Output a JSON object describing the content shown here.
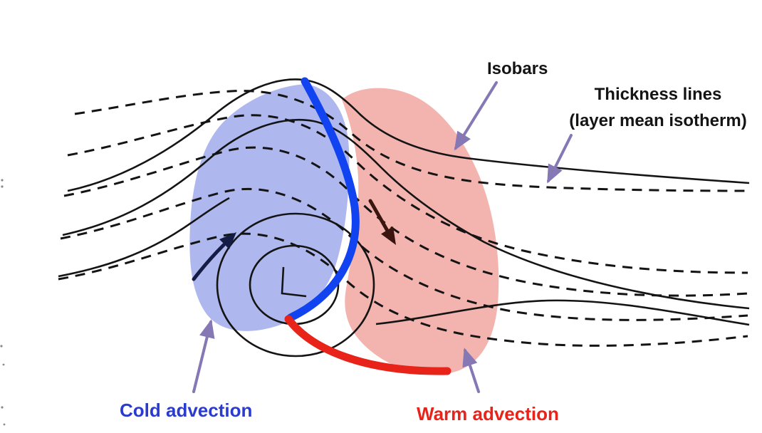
{
  "labels": {
    "isobars": "Isobars",
    "thickness_lines": "Thickness lines",
    "thickness_sub": "(layer mean isotherm)",
    "cold_advection": "Cold advection",
    "warm_advection": "Warm advection"
  },
  "colors": {
    "cold_region_fill": "#aeb7ee",
    "warm_region_fill": "#f3b4af",
    "cold_front": "#1243f0",
    "warm_front": "#e8231a",
    "cold_label": "#2a3bd0",
    "warm_label": "#e8231a",
    "annotation_arrow": "#8677b5",
    "contour_line": "#141414",
    "cold_flow_arrow": "#141b45",
    "warm_flow_arrow": "#3a140e"
  },
  "diagram": {
    "line_styles": {
      "isobars": "solid",
      "thickness_lines": "dashed"
    }
  }
}
